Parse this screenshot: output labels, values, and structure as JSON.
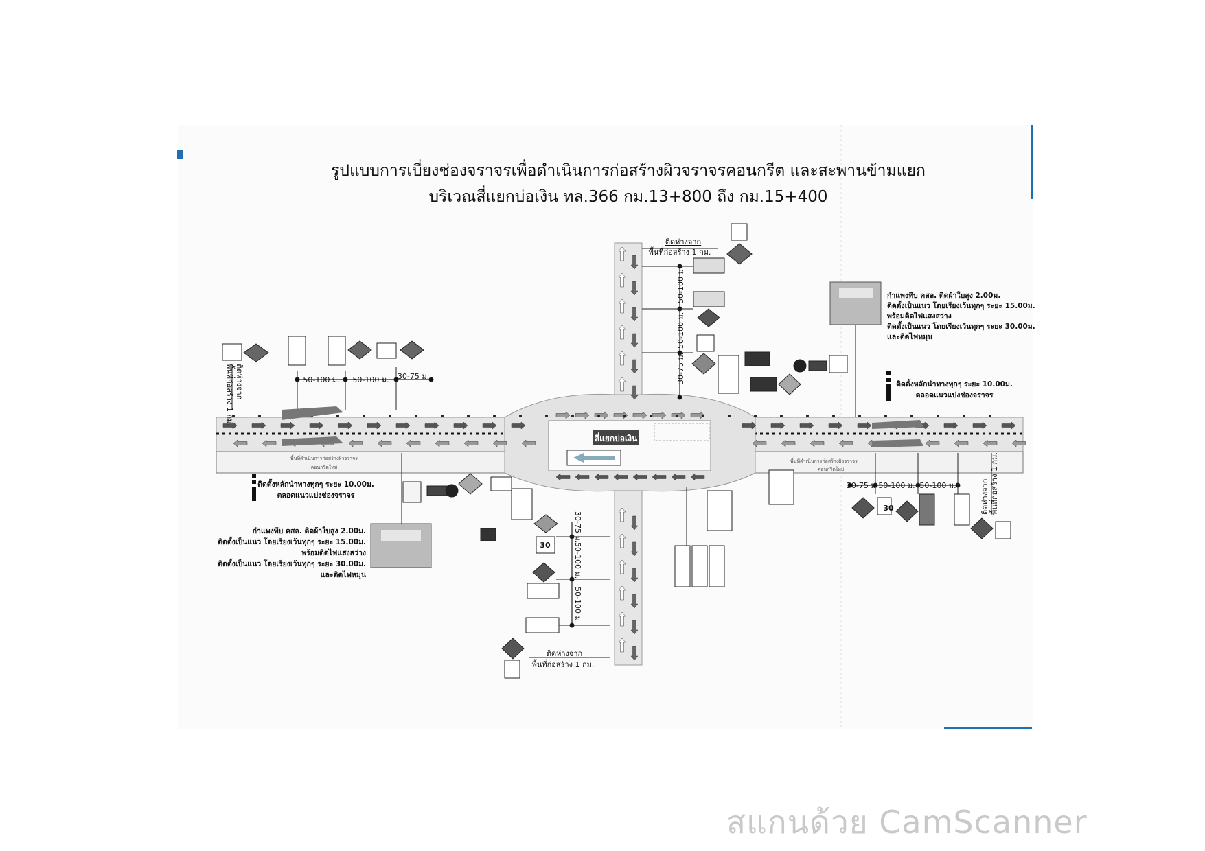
{
  "title": {
    "line1": "รูปแบบการเบี่ยงช่องจราจรเพื่อดำเนินการก่อสร้างผิวจราจรคอนกรีต และสะพานข้ามแยก",
    "line2": "บริเวณสี่แยกบ่อเงิน ทล.366 กม.13+800 ถึง กม.15+400"
  },
  "intersection_label": "สี่แยกบ่อเงิน",
  "construction_area": {
    "left_line1": "พื้นที่ดำเนินการก่อสร้างผิวจราจร",
    "left_line2": "คอนกรีตใหม่",
    "right_line1": "พื้นที่ดำเนินการก่อสร้างผิวจราจร",
    "right_line2": "คอนกรีตใหม่"
  },
  "distance_note": {
    "line1": "ติดห่างจาก",
    "line2": "พื้นที่ก่อสร้าง 1 กม."
  },
  "distances": {
    "d50_100": "50-100 ม.",
    "d30_75": "30-75 ม."
  },
  "wall_note": {
    "line1": "กำแพงทึบ คสล. ติดผ้าใบสูง 2.00ม.",
    "line2": "ติดตั้งเป็นแนว โดยเรียงเว้นทุกๆ ระยะ 15.00ม.",
    "line3": "พร้อมติดไฟแสงสว่าง",
    "line4": "ติดตั้งเป็นแนว โดยเรียงเว้นทุกๆ ระยะ 30.00ม.",
    "line5": "และติดไฟหมุน"
  },
  "delineator_note": {
    "line1": "ติดตั้งหลักนำทางทุกๆ ระยะ 10.00ม.",
    "line2": "ตลอดแนวแบ่งช่องจราจร"
  },
  "speed_sign": "30",
  "watermark": "สแกนด้วย CamScanner",
  "colors": {
    "road": "#ececec",
    "sign": "#555555",
    "ink": "#111111",
    "accent": "#1f6fb5"
  }
}
